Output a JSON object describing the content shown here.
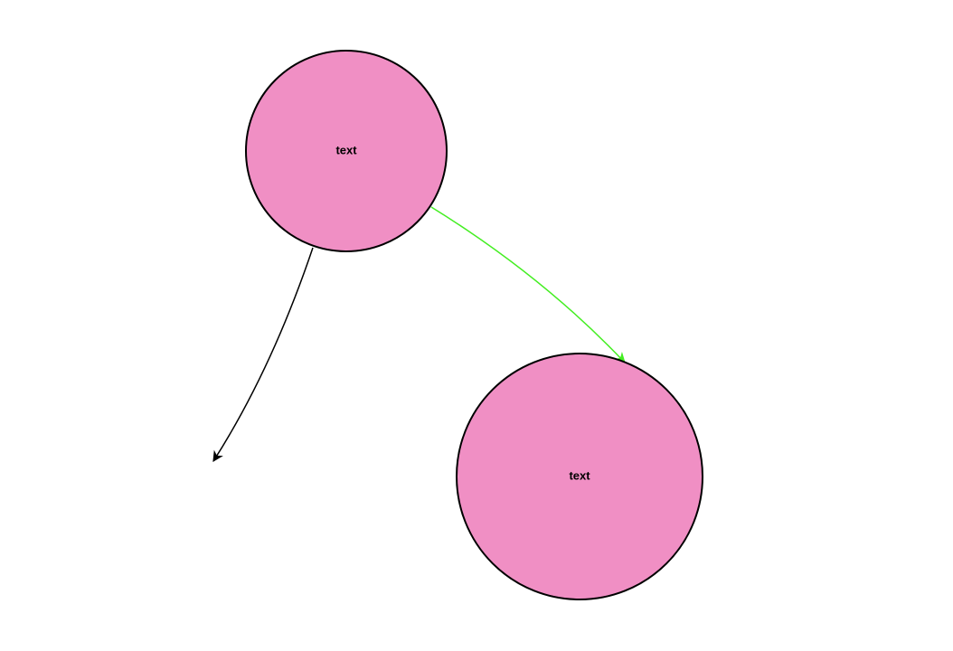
{
  "nodes": [
    {
      "id": "node-1",
      "label": "text",
      "fill": "#f08fc4",
      "stroke": "#000000"
    },
    {
      "id": "node-2",
      "label": "text",
      "fill": "#f08fc4",
      "stroke": "#000000"
    }
  ],
  "edges": [
    {
      "id": "edge-1",
      "from": "node-1",
      "to": "node-2",
      "color": "#44ee22"
    },
    {
      "id": "edge-2",
      "from": "node-1",
      "to": null,
      "color": "#000000"
    }
  ]
}
